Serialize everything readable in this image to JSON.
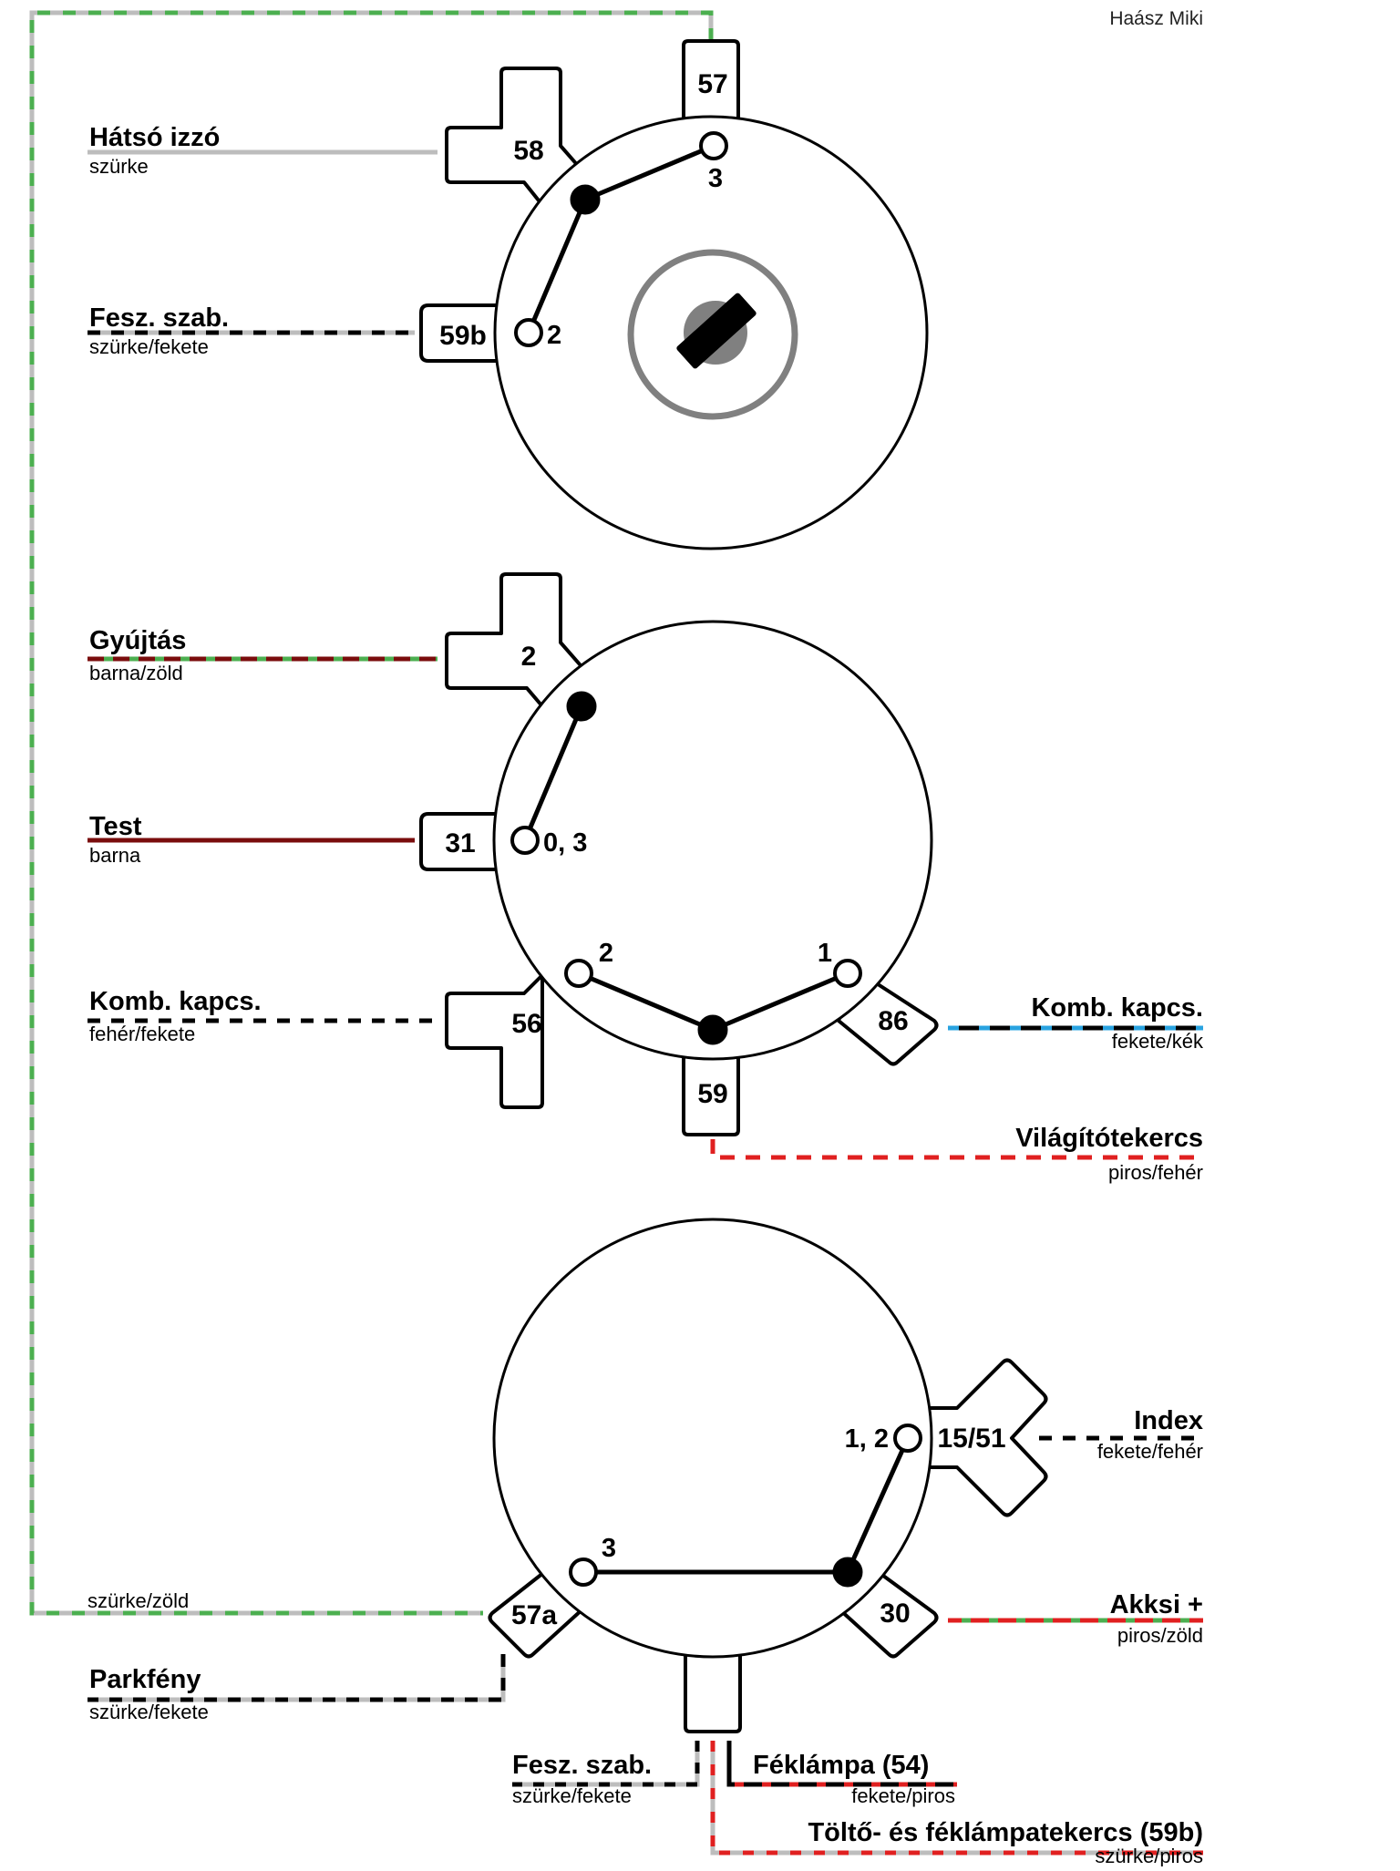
{
  "author": "Haász Miki",
  "colors": {
    "szurke": "#bdbdbd",
    "fekete": "#000000",
    "barna": "#7a0d0d",
    "zold": "#4caf50",
    "piros": "#e02020",
    "kek": "#29a3e0"
  },
  "switch_top": {
    "terminals": {
      "t57": "57",
      "t58": "58",
      "t59b": "59b"
    },
    "positions": {
      "p3": "3",
      "p2": "2"
    },
    "wires": {
      "hatso": {
        "label": "Hátsó izzó",
        "color": "szürke"
      },
      "fesz": {
        "label": "Fesz. szab.",
        "color": "szürke/fekete"
      }
    },
    "key_icon": "ignition-key-icon"
  },
  "switch_mid": {
    "terminals": {
      "t2": "2",
      "t31": "31",
      "t56": "56",
      "t59": "59",
      "t86": "86"
    },
    "positions": {
      "p03": "0, 3",
      "p2": "2",
      "p1": "1"
    },
    "wires": {
      "gyujtas": {
        "label": "Gyújtás",
        "color": "barna/zöld"
      },
      "test": {
        "label": "Test",
        "color": "barna"
      },
      "komb_left": {
        "label": "Komb. kapcs.",
        "color": "fehér/fekete"
      },
      "komb_right": {
        "label": "Komb. kapcs.",
        "color": "fekete/kék"
      },
      "vilagito": {
        "label": "Világítótekercs",
        "color": "piros/fehér"
      }
    }
  },
  "switch_bot": {
    "terminals": {
      "t1551": "15/51",
      "t30": "30",
      "t57a": "57a"
    },
    "positions": {
      "p12": "1, 2",
      "p3": "3"
    },
    "wires": {
      "index": {
        "label": "Index",
        "color": "fekete/fehér"
      },
      "akksi": {
        "label": "Akksi +",
        "color": "piros/zöld"
      },
      "parkfeny": {
        "label": "Parkfény",
        "color": "szürke/fekete"
      },
      "fesz": {
        "label": "Fesz. szab.",
        "color": "szürke/fekete"
      },
      "feklampa": {
        "label": "Féklámpa (54)",
        "color": "fekete/piros"
      },
      "tolto": {
        "label": "Töltő- és féklámpatekercs (59b)",
        "color": "szürke/piros"
      }
    }
  },
  "loop_wire": {
    "color": "szürke/zöld"
  }
}
